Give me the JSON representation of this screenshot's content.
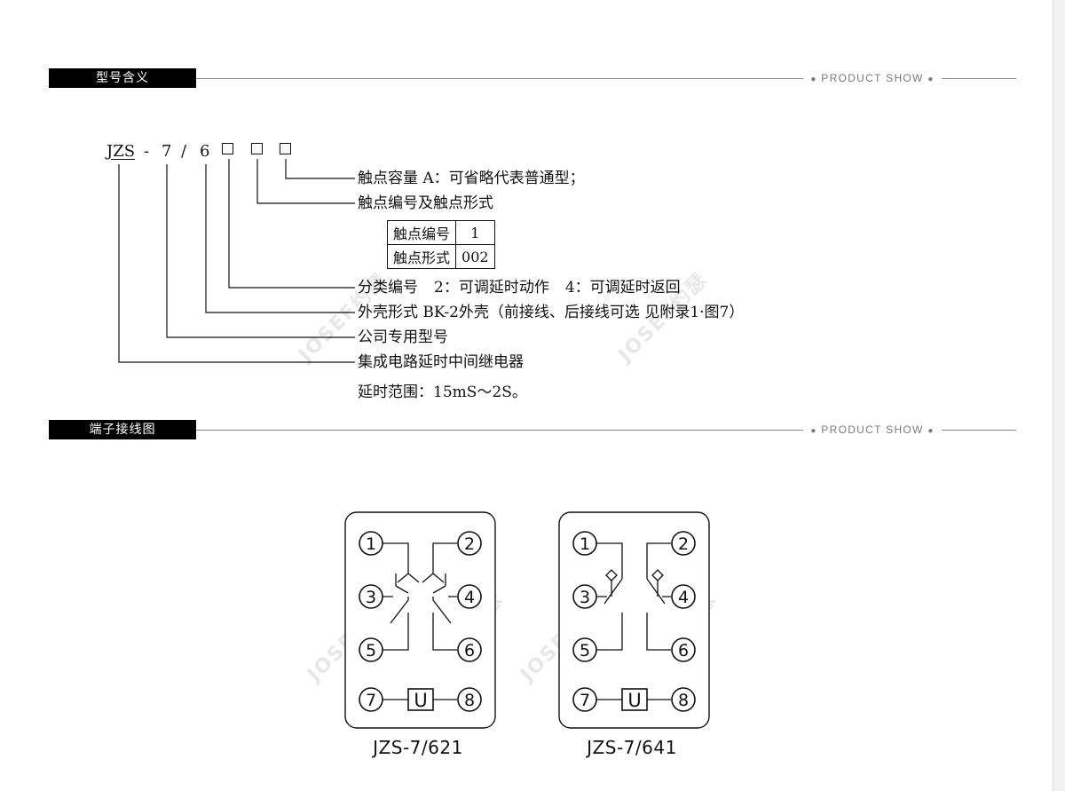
{
  "section_model": {
    "tag": "型号含义",
    "product_show": "PRODUCT SHOW"
  },
  "model": {
    "prefix": "JZS",
    "dash": "-",
    "series": "7",
    "slash": "/",
    "digit": "6"
  },
  "descriptions": {
    "capacity": "触点容量  A：可省略代表普通型；",
    "contact_form": "触点编号及触点形式",
    "classification_label": "分类编号",
    "classification_opt1": "2：可调延时动作",
    "classification_opt2": "4：可调延时返回",
    "housing": "外壳形式  BK-2外壳（前接线、后接线可选 见附录1·图7）",
    "company": "公司专用型号",
    "circuit": "集成电路延时中间继电器",
    "delay_range": "延时范围：15mS～2S。"
  },
  "contact_table": {
    "rows": [
      {
        "label": "触点编号",
        "value": "1"
      },
      {
        "label": "触点形式",
        "value": "002"
      }
    ]
  },
  "section_wiring": {
    "tag": "端子接线图",
    "product_show": "PRODUCT SHOW"
  },
  "diagrams": [
    {
      "caption": "JZS-7/621",
      "terminals": [
        "1",
        "2",
        "3",
        "4",
        "5",
        "6",
        "7",
        "8"
      ],
      "coil": "U"
    },
    {
      "caption": "JZS-7/641",
      "terminals": [
        "1",
        "2",
        "3",
        "4",
        "5",
        "6",
        "7",
        "8"
      ],
      "coil": "U"
    }
  ],
  "watermark": "JOSEF约瑟",
  "colors": {
    "tag_bg": "#000000",
    "rule": "#8a8a8a",
    "show_text": "#7a7a7a",
    "ink": "#111111"
  }
}
